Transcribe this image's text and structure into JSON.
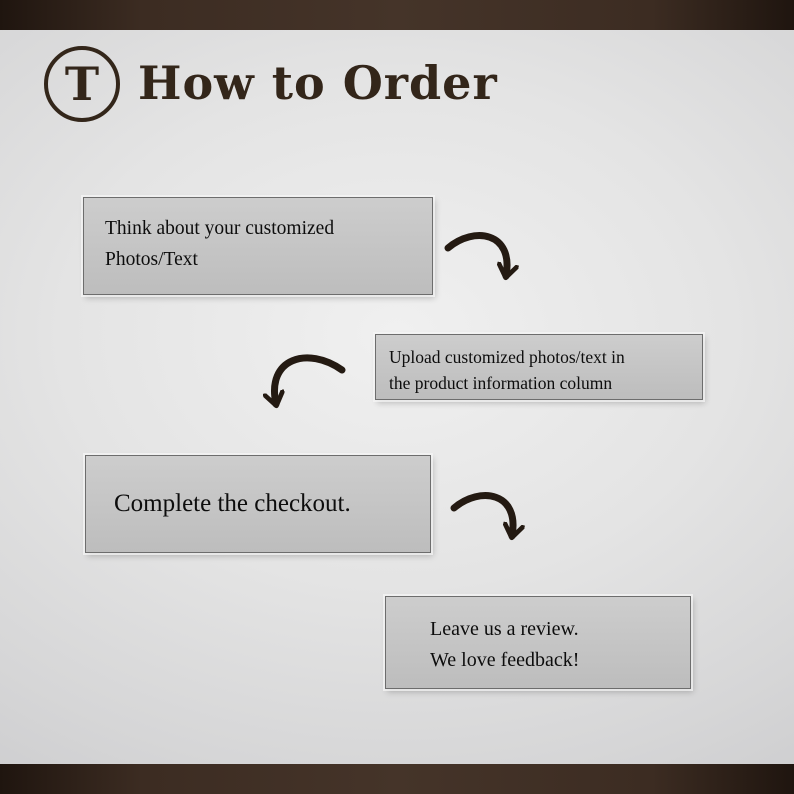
{
  "header": {
    "title": "How to Order"
  },
  "logo": {
    "letter": "T"
  },
  "steps": [
    {
      "id": "step-1",
      "lines": [
        "Think about your customized",
        "Photos/Text"
      ]
    },
    {
      "id": "step-2",
      "lines": [
        "Upload customized photos/text in",
        "the product information column"
      ]
    },
    {
      "id": "step-3",
      "lines": [
        "Complete the checkout."
      ]
    },
    {
      "id": "step-4",
      "lines": [
        "Leave us a review.",
        "We love feedback!"
      ]
    }
  ],
  "colors": {
    "bar_brown": "#3c2c22",
    "title_brown": "#33261a",
    "box_fill": "#c6c6c6",
    "box_border": "#6d6d6d",
    "arrow": "#241a12",
    "background": "#dfdfdf"
  }
}
